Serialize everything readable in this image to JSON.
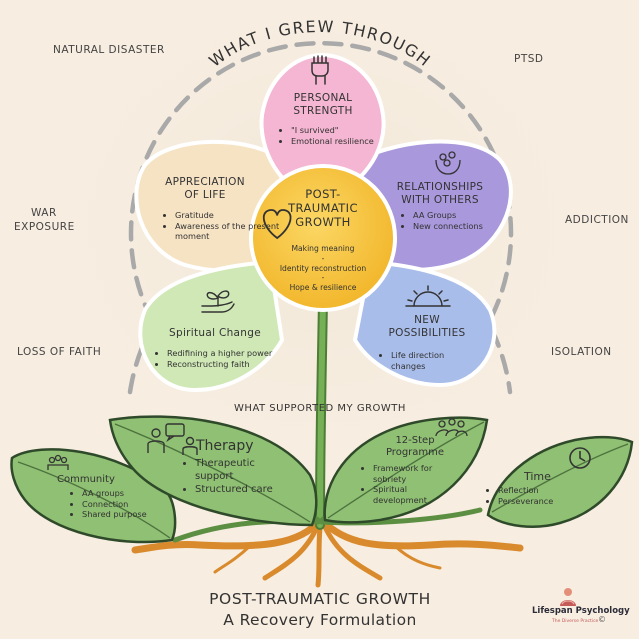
{
  "arc_title": "WHAT I GREW THROUGH",
  "support_heading": "WHAT SUPPORTED MY GROWTH",
  "causes": {
    "natural_disaster": "NATURAL DISASTER",
    "ptsd": "PTSD",
    "war_exposure_line1": "WAR",
    "war_exposure_line2": "EXPOSURE",
    "addiction": "ADDICTION",
    "loss_of_faith": "LOSS OF FAITH",
    "isolation": "ISOLATION"
  },
  "center": {
    "title_line1": "POST-",
    "title_line2": "TRAUMATIC",
    "title_line3": "GROWTH",
    "items": [
      "Making meaning",
      "-",
      "Identity reconstruction",
      "-",
      "Hope & resilience"
    ]
  },
  "petals": {
    "personal_strength": {
      "title_line1": "PERSONAL",
      "title_line2": "STRENGTH",
      "items": [
        "\"I survived\"",
        "Emotional resilience"
      ],
      "color": "#f4b6d2",
      "icon": "raised-fist-icon"
    },
    "appreciation": {
      "title_line1": "APPRECIATION",
      "title_line2": "OF LIFE",
      "items": [
        "Gratitude",
        "Awareness of the present moment"
      ],
      "color": "#f6e3c4",
      "icon": "heart-icon"
    },
    "relationships": {
      "title_line1": "RELATIONSHIPS",
      "title_line2": "WITH OTHERS",
      "items": [
        "AA Groups",
        "New connections"
      ],
      "color": "#a998dc",
      "icon": "caring-hands-icon"
    },
    "spiritual": {
      "title": "Spiritual Change",
      "items": [
        "Redifining a higher power",
        "Reconstructing faith"
      ],
      "color": "#cfe8b6",
      "icon": "sprout-in-hand-icon"
    },
    "new_possibilities": {
      "title_line1": "NEW",
      "title_line2": "POSSIBILITIES",
      "items": [
        "Life direction changes"
      ],
      "color": "#a9bdea",
      "icon": "sunrise-icon"
    }
  },
  "leaves": {
    "community": {
      "title": "Community",
      "items": [
        "AA groups",
        "Connection",
        "Shared purpose"
      ],
      "icon": "group-icon"
    },
    "therapy": {
      "title": "Therapy",
      "items": [
        "Therapeutic support",
        "Structured care"
      ],
      "icon": "therapy-chat-icon"
    },
    "twelve_step": {
      "title_line1": "12-Step",
      "title_line2": "Programme",
      "items": [
        "Framework for sobriety",
        "Spiritual development"
      ],
      "icon": "people-icon"
    },
    "time": {
      "title": "Time",
      "items": [
        "Reflection",
        "Perseverance"
      ],
      "icon": "clock-icon"
    }
  },
  "footer": {
    "title": "POST-TRAUMATIC GROWTH",
    "subtitle": "A Recovery Formulation",
    "brand": "Lifespan Psychology",
    "brand_tagline": "The Diverse Practice",
    "copyright": "©"
  },
  "colors": {
    "leaf": "#8fc073",
    "leaf_dark": "#2f4a2a",
    "stem": "#6fa54f",
    "roots": "#d98a2c",
    "center": "#f8c848",
    "background": "#f7ede0"
  }
}
